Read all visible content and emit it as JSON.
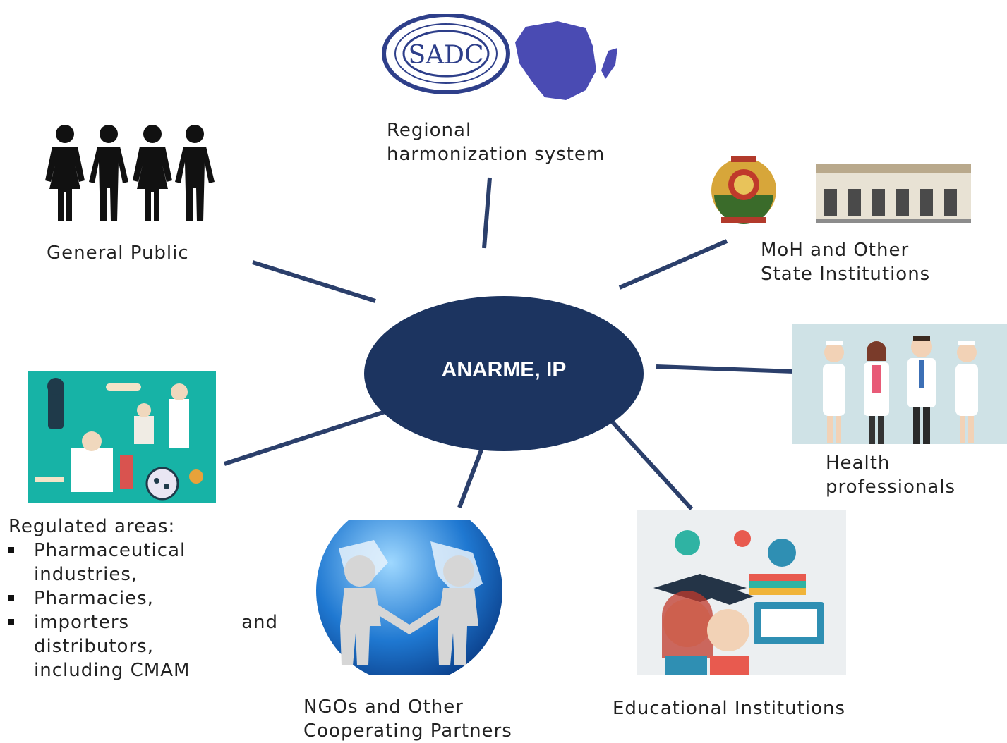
{
  "center": {
    "label": "ANARME, IP",
    "color": "#1c3460"
  },
  "edge_color": "#2b3f6b",
  "nodes": {
    "regional": {
      "label_line1": "Regional",
      "label_line2": "harmonization system"
    },
    "public": {
      "label": "General Public"
    },
    "moh": {
      "label_line1": "MoH and Other",
      "label_line2": "State Institutions"
    },
    "health": {
      "label_line1": "Health",
      "label_line2": "professionals"
    },
    "education": {
      "label": "Educational Institutions"
    },
    "ngo": {
      "label_line1": "NGOs and Other",
      "label_line2": "Cooperating Partners"
    },
    "regulated": {
      "title": "Regulated areas:",
      "items": [
        {
          "line1": "Pharmaceutical",
          "line2": "industries,"
        },
        {
          "line1": "Pharmacies,"
        },
        {
          "line1a": "importers",
          "line1b": "and",
          "line2": "distributors,",
          "line3": "including CMAM"
        }
      ]
    }
  },
  "logo_text": "SADC",
  "icons": [
    "sadc-logo",
    "africa-map",
    "people-silhouettes-icon",
    "mozambique-emblem",
    "ministry-building",
    "health-professionals-illustration",
    "education-illustration",
    "globe-handshake-illustration",
    "pharma-lab-illustration"
  ]
}
